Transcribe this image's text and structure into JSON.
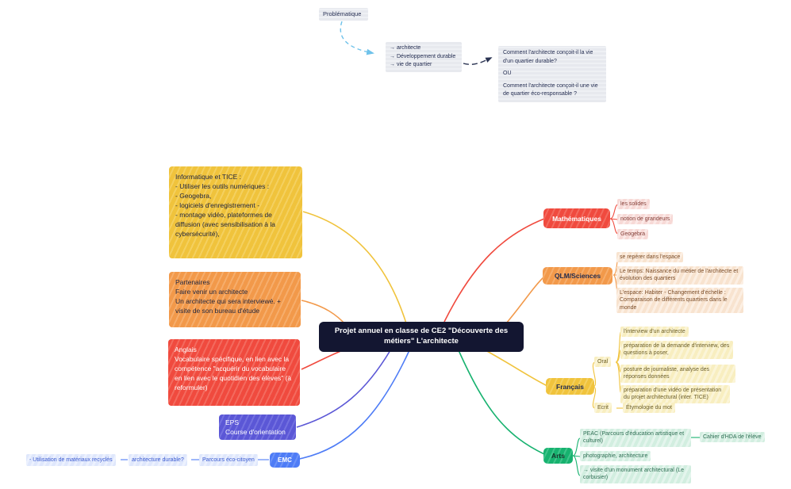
{
  "colors": {
    "yellow": "#f0c33c",
    "orange": "#f2994a",
    "red": "#f04a3e",
    "purple": "#5b57d6",
    "blue": "#4e7cf6",
    "green": "#17b26f",
    "center_bg": "#131631",
    "sticky_gray": "#e8eaee",
    "arrow_light_blue": "#6fc2ea",
    "arrow_dark": "#2a3352"
  },
  "problem": {
    "label": "Problématique",
    "keywords": [
      "→ architecte",
      "→ Développement durable",
      "→ vie de quartier"
    ],
    "question_part1": "Comment l'architecte conçoit-il la vie d'un quartier durable?",
    "question_or": "OU",
    "question_part2": "Comment l'architecte conçoit-il une vie de quartier éco-responsable ?"
  },
  "center": {
    "title": "Projet annuel en classe de CE2 \"Découverte des métiers\"  L'architecte"
  },
  "left": {
    "informatique": {
      "lines": [
        "Informatique et TICE :",
        "- Utiliser les outils numériques :",
        "- Geogebra,",
        "- logiciels d'enregistrement -",
        "- montage vidéo, plateformes de diffusion (avec sensibilisation à la cybersécurité),"
      ]
    },
    "partenaires": {
      "lines": [
        "Partenaires",
        "Faire venir un architecte",
        "Un architecte qui sera interviewé. + visite de son bureau d'étude"
      ]
    },
    "anglais": {
      "lines": [
        "Anglais",
        "Vocabulaire spécifique, en lien avec la compétence \"acquérir du vocabulaire en lien avec le quotidien des élèves\" (à reformuler)"
      ]
    },
    "eps": {
      "lines": [
        "EPS",
        "Course d'orientation"
      ]
    },
    "emc": {
      "label": "EMC",
      "chain": [
        "- Utilisation de matériaux recyclés",
        "architecture durable?",
        "Parcours éco-citoyen"
      ]
    }
  },
  "right": {
    "math": {
      "label": "Mathématiques",
      "items": [
        "les solides",
        "notion de grandeurs",
        "Geogebra"
      ]
    },
    "qlm": {
      "label": "QLM/Sciences",
      "items": [
        "se repérer dans l'espace",
        "Le temps: Naissance du métier de l'architecte et évolution des quartiers",
        "L'espace: Habiter - Changement d'échelle : Comparaison de différents quartiers dans le monde"
      ]
    },
    "francais": {
      "label": "Français",
      "oral_label": "Oral",
      "oral_items": [
        "l'interview d'un architecte",
        "préparation de la demande d'interview, des questions à poser,",
        "posture de journaliste, analyse des réponses données",
        "préparation d'une vidéo de présentation du projet architectural (inter. TICE)"
      ],
      "ecrit_label": "Ecrit",
      "ecrit_item": "Étymologie du mot"
    },
    "arts": {
      "label": "Arts",
      "items": [
        "PEAC (Parcours d'éducation artistique et culturel)",
        "photographie, architecture",
        "→ visite d'un monument architectural (Le corbusier)"
      ],
      "peac_child": "Cahier d'HDA de l'élève"
    }
  }
}
